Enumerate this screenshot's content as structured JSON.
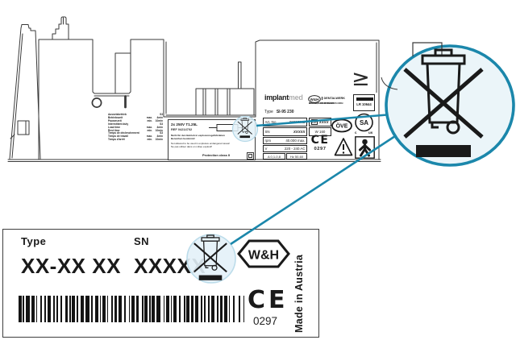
{
  "colors": {
    "accent_teal": "#1b87ab",
    "zoom_circle_fill": "#ebf5f9",
    "highlight_fill": "#e3f1f8",
    "highlight_stroke": "#b7d9e8",
    "line_art": "#3a3a3a"
  },
  "device": {
    "duty_table": {
      "rows": [
        {
          "l": "Aussetzbetrieb",
          "m": "",
          "r": "S3"
        },
        {
          "l": "Betriebszeit",
          "m": "max.",
          "r": "4min"
        },
        {
          "l": "Pausenzeit",
          "m": "min.",
          "r": "10min"
        },
        {
          "l": "",
          "m": "",
          "r": ""
        },
        {
          "l": "Intermittent duty",
          "m": "",
          "r": "S3"
        },
        {
          "l": "Load time",
          "m": "max.",
          "r": "4min"
        },
        {
          "l": "Rest time",
          "m": "min.",
          "r": "10min"
        },
        {
          "l": "",
          "m": "",
          "r": ""
        },
        {
          "l": "Temps de déclenchement",
          "m": "",
          "r": "S3"
        },
        {
          "l": "Temps de travail",
          "m": "max.",
          "r": "4min"
        },
        {
          "l": "Temps d'arrêt",
          "m": "min.",
          "r": "10min"
        }
      ]
    },
    "fuse_label": {
      "rating": "2x 250V T1.25L",
      "ref": "REF 04214702",
      "text_de1": "Nicht für den Betrieb in explosionsgefährdeten",
      "text_de2": "Bereichen bestimmt!",
      "text_en": "Not allowed to be used in explosive endangered areas!",
      "text_fr": "Ne pas utiliser dans un milieu explosif!",
      "protection": "Protection class II"
    },
    "type_plate": {
      "brand": "implant",
      "brand2": "med",
      "logo": "W&H",
      "company": "DENTALWERK",
      "address1": "W&H DENTALWERK BÜRMOOS GMBH",
      "address2": "AUSTRIA, A-5111 BÜRMOOS",
      "cert_number": "LR 10644",
      "type_label": "Type",
      "type_value": "SI-95 230",
      "artno_label": "Art.-No",
      "artno_value": "00993002",
      "lot_label": "LOT",
      "lot_value": "XXXX",
      "sn_label": "SN",
      "sn_value": "XXXXX",
      "watt": "W 160",
      "rpm_label": "rpm",
      "rpm_value": "40.000 max.",
      "volt_label": "V",
      "volt_value": "220 - 240 AC",
      "amp": "A 0,1-0,8",
      "hz": "Hz 50-60",
      "ce": "CE",
      "ce_number": "0297",
      "ove": "ÖVE",
      "csa": "SA",
      "csa_c": "c",
      "csa_us": "us"
    },
    "geq_symbol": "≥"
  },
  "bottom_label": {
    "type_label": "Type",
    "type_value": "XX-XX XX",
    "sn_label": "SN",
    "sn_value": "XXXXX",
    "logo": "W&H",
    "ce": "CE",
    "ce_number": "0297",
    "made_in": "Made in Austria",
    "barcode_pattern": "21113121121211221112122111211221311221112112112122121121221121112132112111221211212122111211221121211213121122121121121221221121"
  }
}
